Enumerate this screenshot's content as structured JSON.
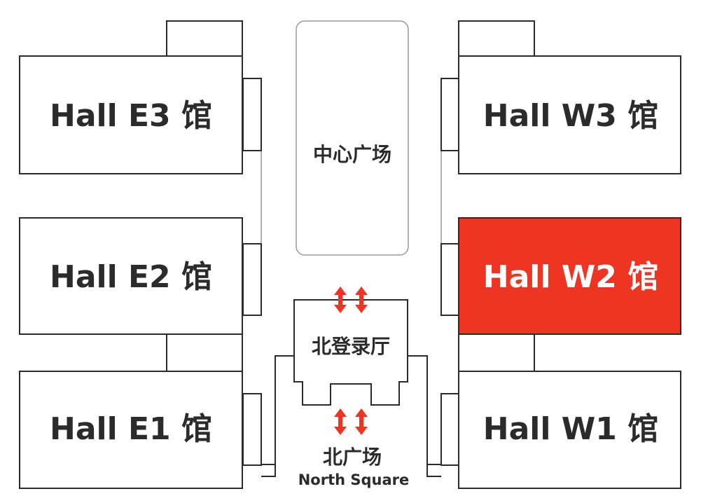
{
  "halls": {
    "e3": "Hall E3 馆",
    "e2": "Hall E2 馆",
    "e1": "Hall E1 馆",
    "w3": "Hall W3 馆",
    "w2": "Hall W2 馆",
    "w1": "Hall W1 馆"
  },
  "highlighted_hall": "w2",
  "zones": {
    "central_plaza": "中心广场",
    "north_lobby": "北登录厅",
    "north_square_cn": "北广场",
    "north_square_en": "North Square"
  },
  "colors": {
    "highlight": "#ee3524",
    "arrow": "#ee3524",
    "outline": "#2b2b2b",
    "text": "#2b2b2b"
  }
}
